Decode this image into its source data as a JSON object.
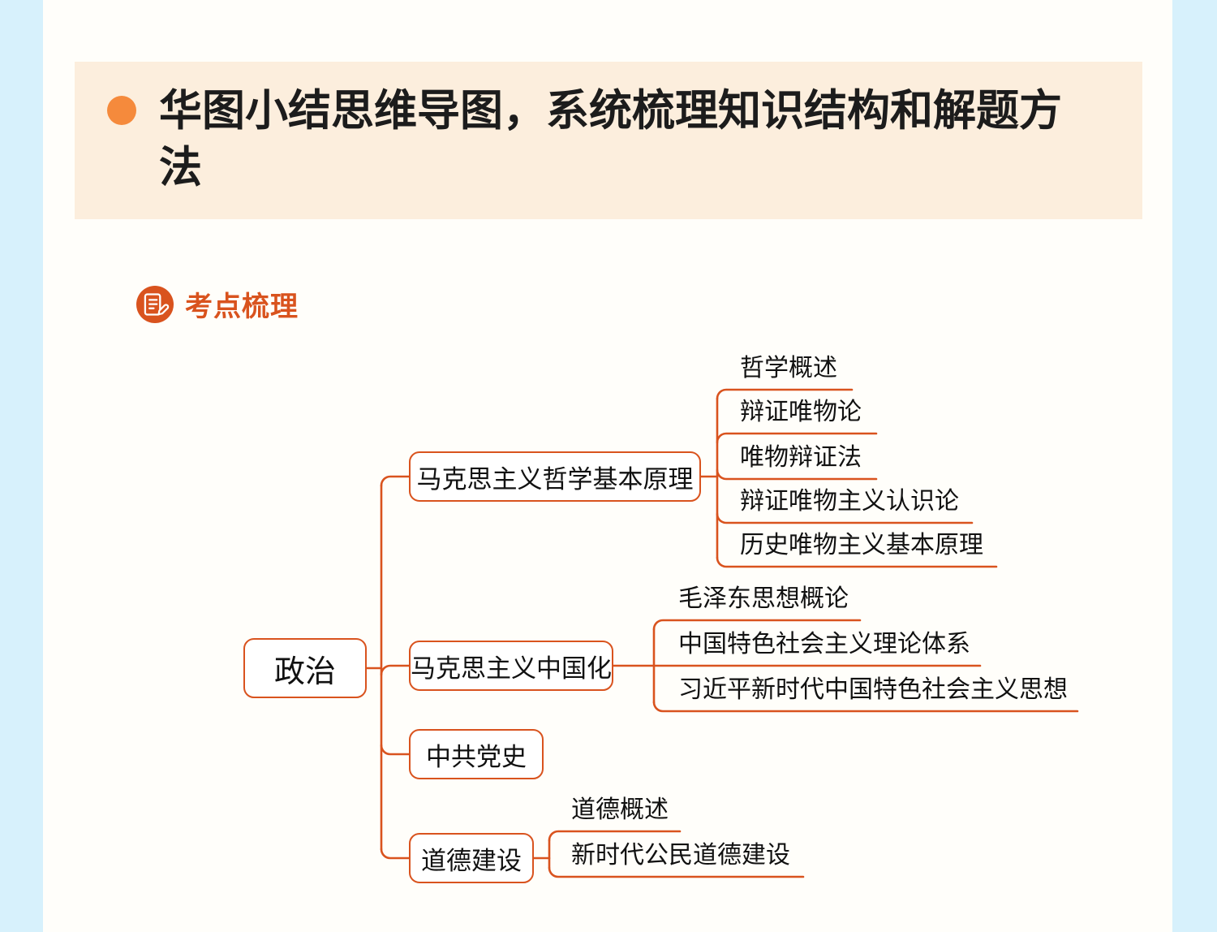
{
  "page": {
    "side_rail_color": "#d7f1fc",
    "sheet_color": "#fffefa",
    "accent_color": "#d9531e",
    "banner_color": "#fceedd",
    "bullet_color": "#f58a3c"
  },
  "banner": {
    "title": "华图小结思维导图，系统梳理知识结构和解题方法",
    "bullet_icon": "bullet-dot-icon"
  },
  "section": {
    "icon": "document-pencil-icon",
    "title": "考点梳理"
  },
  "mindmap": {
    "root": "政治",
    "branches": [
      {
        "label": "马克思主义哲学基本原理",
        "children": [
          "哲学概述",
          "辩证唯物论",
          "唯物辩证法",
          "辩证唯物主义认识论",
          "历史唯物主义基本原理"
        ]
      },
      {
        "label": "马克思主义中国化",
        "children": [
          "毛泽东思想概论",
          "中国特色社会主义理论体系",
          "习近平新时代中国特色社会主义思想"
        ]
      },
      {
        "label": "中共党史",
        "children": []
      },
      {
        "label": "道德建设",
        "children": [
          "道德概述",
          "新时代公民道德建设"
        ]
      }
    ]
  }
}
